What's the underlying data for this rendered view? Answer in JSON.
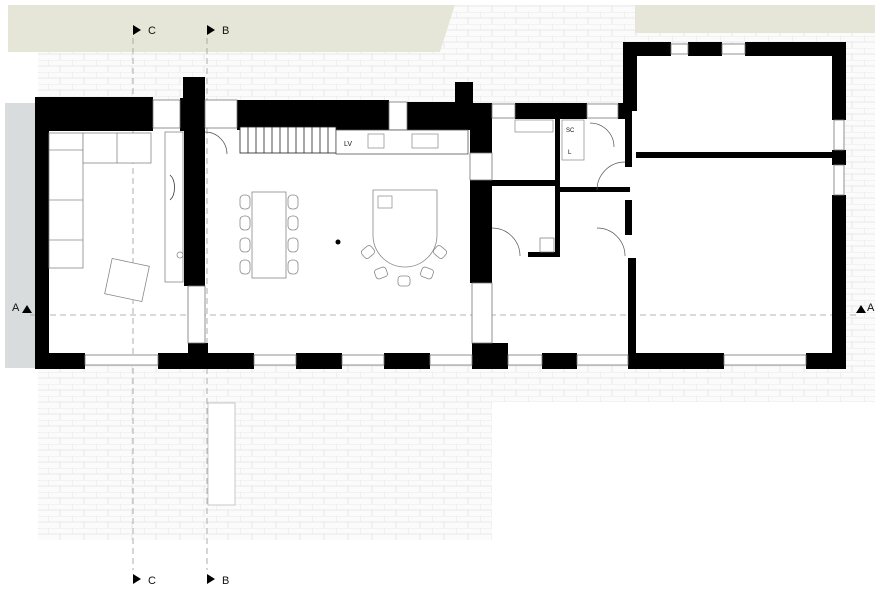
{
  "plan": {
    "section_marks": [
      {
        "letter": "C",
        "position": "top"
      },
      {
        "letter": "B",
        "position": "top"
      },
      {
        "letter": "C",
        "position": "bottom"
      },
      {
        "letter": "B",
        "position": "bottom"
      },
      {
        "letter": "A",
        "position": "left"
      },
      {
        "letter": "A",
        "position": "right"
      }
    ],
    "room_labels": {
      "kitchen_sink": "LV",
      "wc": "SC",
      "laundry": "L"
    },
    "colors": {
      "wall": "#000000",
      "paving_fill": "#fbfbfb",
      "paving_line": "#e3e3e3",
      "ground": "#e6e6d8",
      "side_strip": "#d9dcdc",
      "furniture_line": "#888888"
    }
  }
}
